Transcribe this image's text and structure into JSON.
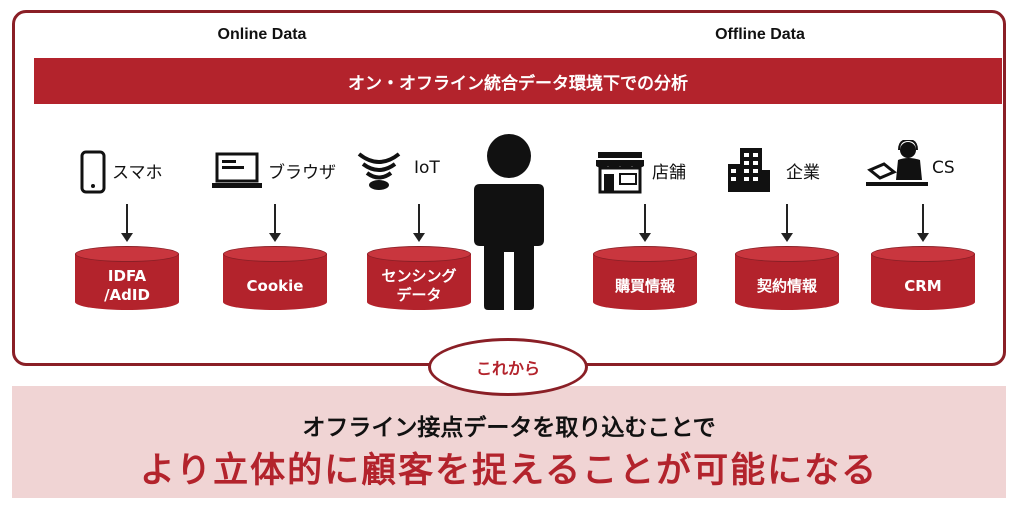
{
  "header": {
    "online_title": "Online Data",
    "offline_title": "Offline Data",
    "banner": "オン・オフライン統合データ環境下での分析"
  },
  "sources": [
    {
      "label": "スマホ",
      "icon": "smartphone-icon",
      "db": "IDFA\n/AdID"
    },
    {
      "label": "ブラウザ",
      "icon": "laptop-icon",
      "db": "Cookie"
    },
    {
      "label": "IoT",
      "icon": "wireless-signal-icon",
      "db": "センシング\nデータ"
    },
    {
      "label": "店舗",
      "icon": "store-icon",
      "db": "購買情報"
    },
    {
      "label": "企業",
      "icon": "office-building-icon",
      "db": "契約情報"
    },
    {
      "label": "CS",
      "icon": "support-agent-icon",
      "db": "CRM"
    }
  ],
  "center_icon": "person-icon",
  "transition": "これから",
  "message": {
    "line1": "オフライン接点データを取り込むことで",
    "line2": "より立体的に顧客を捉えることが可能になる"
  },
  "colors": {
    "accent": "#b3232c",
    "border": "#8a1f26",
    "panel": "#f0d4d4"
  }
}
